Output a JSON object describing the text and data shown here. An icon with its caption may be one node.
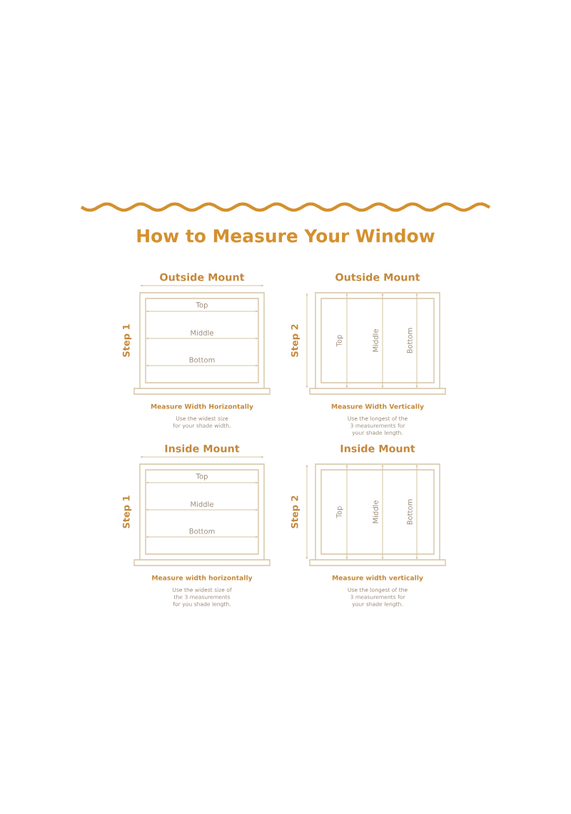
{
  "diagram": {
    "title": "How to Measure Your Window",
    "labels": [
      "Outside Mount",
      "Step 1",
      "Top",
      "Middle",
      "Bottom",
      "Measure Width Horizontally",
      "Use the widest size for your shade width.",
      "Outside Mount",
      "Step 2",
      "Top",
      "Middle",
      "Bottom",
      "Measure Width Vertically",
      "Use the longest of the 3 measurements for your shade length.",
      "Inside Mount",
      "Step 1",
      "Top",
      "Middle",
      "Bottom",
      "Measure width horizontally",
      "Use the widest size of the 3 measurements for you shade length.",
      "Inside Mount",
      "Step 2",
      "Top",
      "Middle",
      "Bottom",
      "Measure width vertically",
      "Use the longest of the 3 measurements for your shade length."
    ]
  }
}
